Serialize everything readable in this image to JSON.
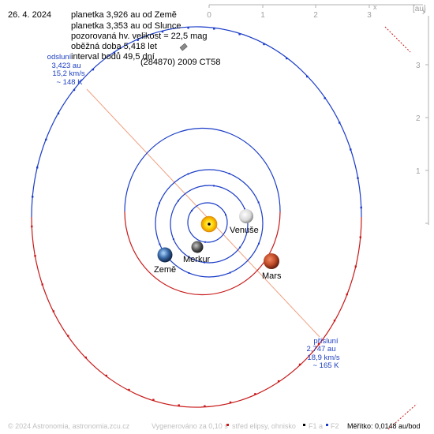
{
  "date": "26. 4. 2024",
  "info": {
    "line1": "planetka 3,926 au od Země",
    "line2": "planetka 3,353 au od Slunce",
    "line3": "pozorovaná hv. velikost = 22,5 mag",
    "line4": "oběžná doba 5,418 let",
    "line5": "interval bodů 49,5 dní",
    "line6": "(284870) 2009 CT58"
  },
  "aphelion": {
    "title": "odsluní",
    "distance": "3,423 au",
    "speed": "15,2 km/s",
    "temp": "~ 148 K"
  },
  "perihelion": {
    "title": "přísluní",
    "distance": "2,747 au",
    "speed": "18,9 km/s",
    "temp": "~ 165 K"
  },
  "planets": {
    "venus": "Venuše",
    "mercury": "Merkur",
    "earth": "Země",
    "mars": "Mars"
  },
  "axis_top": {
    "ticks": [
      "0",
      "1",
      "2",
      "3"
    ],
    "label_x": "x",
    "unit": "[au]"
  },
  "axis_right": {
    "ticks": [
      "3",
      "2",
      "1"
    ],
    "label_y": "y"
  },
  "footer": {
    "copyright": "© 2024 Astronomia, astronomia.zcu.cz",
    "generated": "Vygenerováno za 0,10 s",
    "legend_center": "střed elipsy, ohnisko",
    "legend_f1": "F1",
    "legend_and": "a",
    "legend_f2": "F2",
    "scale": "Měřítko: 0,0148 au/bod"
  },
  "colors": {
    "orbit_blue": "#1a3cc8",
    "orbit_red": "#c81818",
    "asteroid_near": "#1a3cc8",
    "asteroid_far": "#c81818",
    "apsis_line": "#f0a080",
    "axis_gray": "#a0a0a0",
    "annot_blue": "#1c3ec0",
    "footer_gray": "#c0c0c0"
  }
}
